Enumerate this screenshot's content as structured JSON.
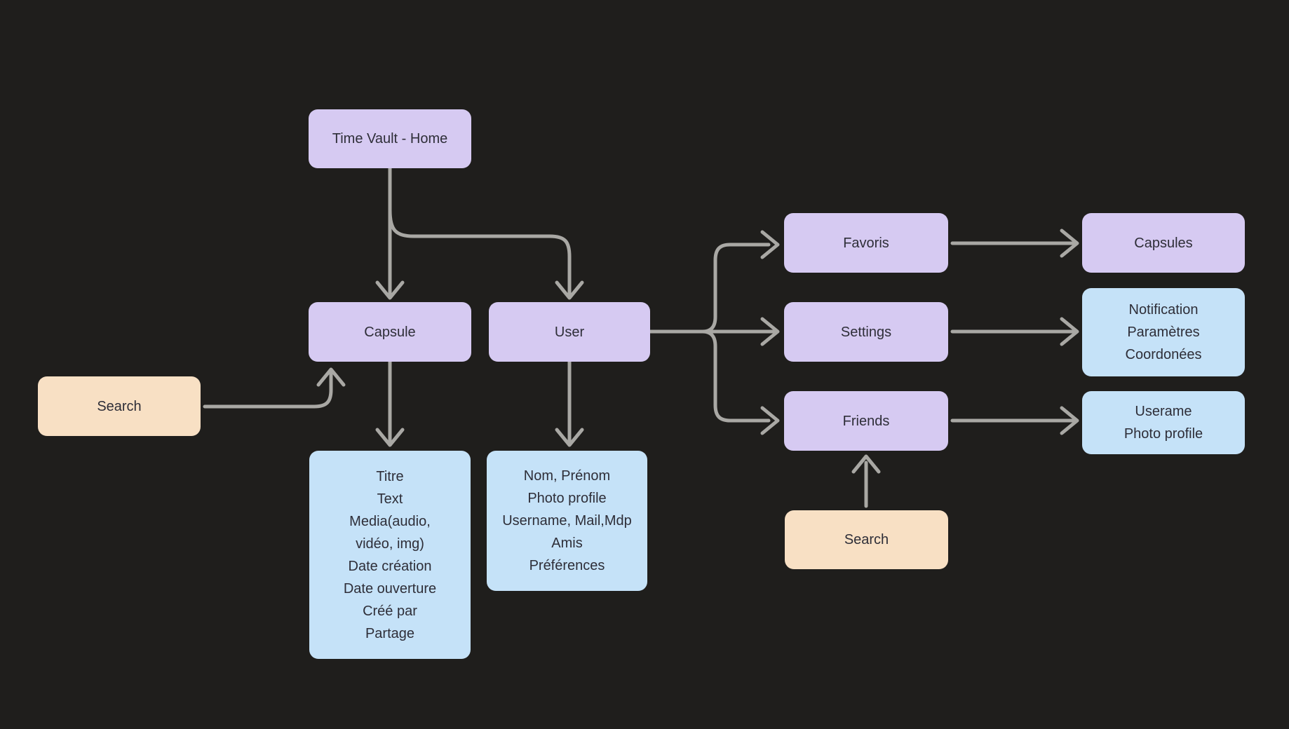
{
  "theme": {
    "bg": "#1f1e1c",
    "node_purple": "#d6caf2",
    "node_blue": "#c5e2f8",
    "node_peach": "#f8e0c4",
    "arrow": "#a9a8a4",
    "text": "#2e2e38"
  },
  "nodes": {
    "home": {
      "label": "Time Vault - Home"
    },
    "capsule": {
      "label": "Capsule"
    },
    "user": {
      "label": "User"
    },
    "search_left": {
      "label": "Search"
    },
    "capsule_fields": {
      "lines": [
        "Titre",
        "Text",
        "Media(audio,",
        "vidéo, img)",
        "Date création",
        "Date ouverture",
        "Créé par",
        "Partage"
      ]
    },
    "user_fields": {
      "lines": [
        "Nom, Prénom",
        "Photo profile",
        "Username, Mail,Mdp",
        "Amis",
        "Préférences"
      ]
    },
    "favoris": {
      "label": "Favoris"
    },
    "settings": {
      "label": "Settings"
    },
    "friends": {
      "label": "Friends"
    },
    "capsules": {
      "label": "Capsules"
    },
    "settings_fields": {
      "lines": [
        "Notification",
        "Paramètres",
        "Coordonées"
      ]
    },
    "friends_fields": {
      "lines": [
        "Userame",
        "Photo profile"
      ]
    },
    "search_bottom": {
      "label": "Search"
    }
  },
  "edges": [
    {
      "from": "home",
      "to": "capsule"
    },
    {
      "from": "home",
      "to": "user"
    },
    {
      "from": "search_left",
      "to": "capsule"
    },
    {
      "from": "capsule",
      "to": "capsule_fields"
    },
    {
      "from": "user",
      "to": "user_fields"
    },
    {
      "from": "user",
      "to": "favoris"
    },
    {
      "from": "user",
      "to": "settings"
    },
    {
      "from": "user",
      "to": "friends"
    },
    {
      "from": "favoris",
      "to": "capsules"
    },
    {
      "from": "settings",
      "to": "settings_fields"
    },
    {
      "from": "friends",
      "to": "friends_fields"
    },
    {
      "from": "search_bottom",
      "to": "friends"
    }
  ]
}
